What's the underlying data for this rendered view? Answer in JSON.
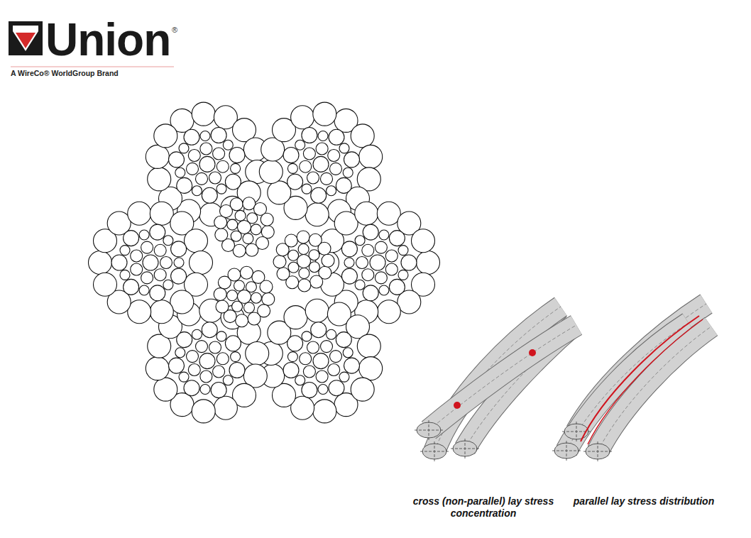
{
  "diagram": {
    "labels": [
      "Union",
      "®",
      "A WireCo® WorldGroup Brand",
      "cross (non-parallel) lay stress concentration",
      "parallel lay stress distribution"
    ]
  }
}
